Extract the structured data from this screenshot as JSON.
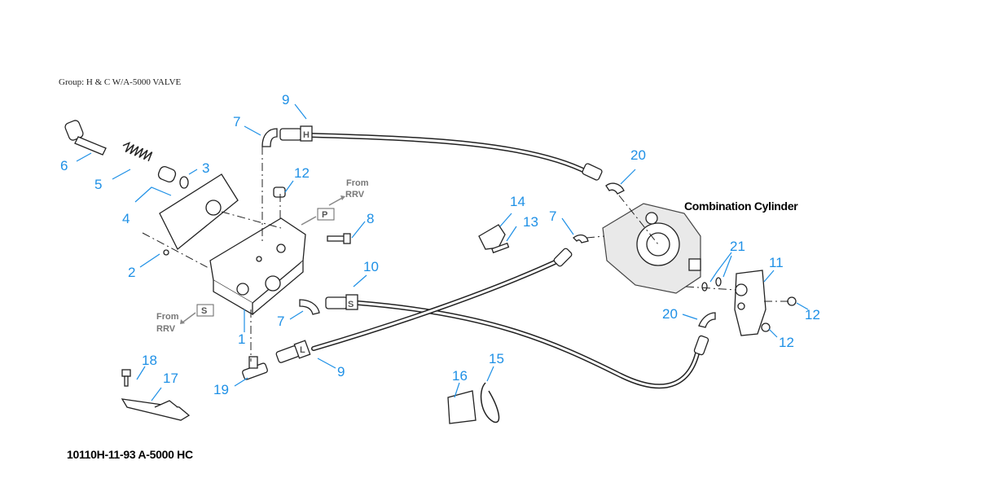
{
  "group_caption": "Group: H & C W/A-5000 VALVE",
  "figure_id": "10110H-11-93 A-5000 HC",
  "component_title": "Combination Cylinder",
  "flow_labels": {
    "top_line1": "From",
    "top_line2": "RRV",
    "bottom_line1": "From",
    "bottom_line2": "RRV"
  },
  "port_labels": {
    "p": "P",
    "s": "S",
    "hose_h": "H",
    "hose_s": "S",
    "hose_l": "L"
  },
  "callouts": {
    "c1": "1",
    "c2": "2",
    "c3": "3",
    "c4": "4",
    "c5": "5",
    "c6": "6",
    "c7a": "7",
    "c7b": "7",
    "c7c": "7",
    "c8": "8",
    "c9a": "9",
    "c9b": "9",
    "c10": "10",
    "c11": "11",
    "c12a": "12",
    "c12b": "12",
    "c12c": "12",
    "c13": "13",
    "c14": "14",
    "c15": "15",
    "c16": "16",
    "c17": "17",
    "c18": "18",
    "c19": "19",
    "c20a": "20",
    "c20b": "20",
    "c21": "21"
  },
  "colors": {
    "callout": "#1e90e6",
    "line_art": "#222222",
    "flow_label": "#777777"
  }
}
